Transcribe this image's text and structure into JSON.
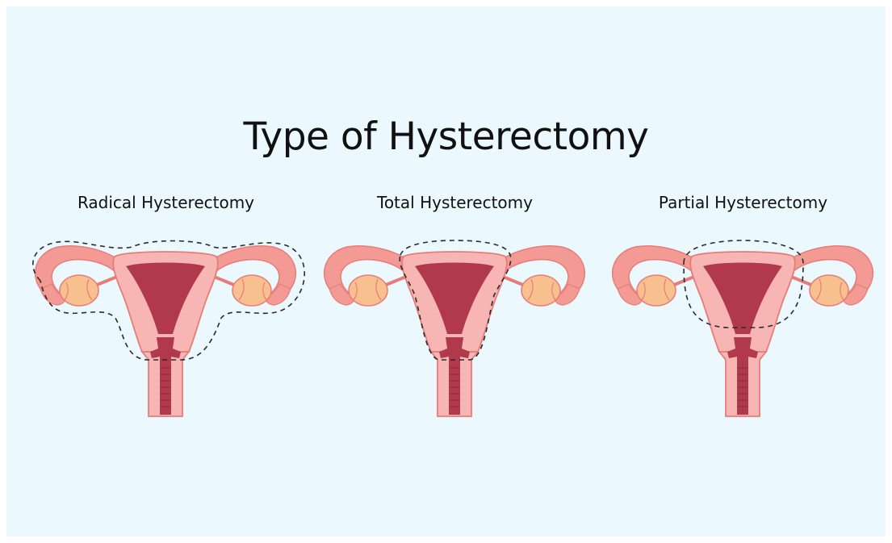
{
  "title": "Type of Hysterectomy",
  "panels": [
    {
      "label": "Radical Hysterectomy",
      "outline": "radical"
    },
    {
      "label": "Total Hysterectomy",
      "outline": "total"
    },
    {
      "label": "Partial Hysterectomy",
      "outline": "partial"
    }
  ],
  "colors": {
    "background": "#ebf8fd",
    "tissue": "#f7b6b3",
    "tissue_outline": "#e87c78",
    "tube": "#f39a95",
    "cavity": "#b03a4c",
    "ovary": "#f8c08f",
    "dashed_outline": "#2b2b2b"
  }
}
